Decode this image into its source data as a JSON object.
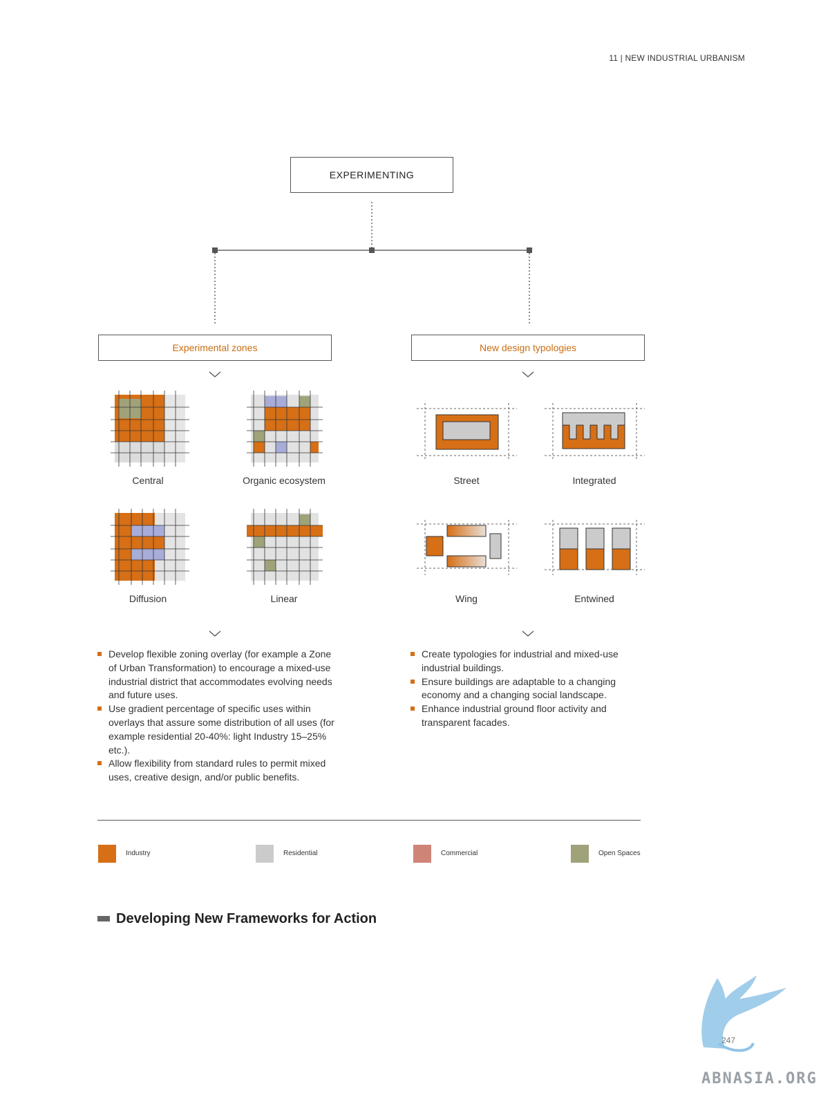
{
  "header": {
    "running_title": "11 | NEW INDUSTRIAL URBANISM"
  },
  "diagram": {
    "root": "EXPERIMENTING",
    "left_branch": {
      "title": "Experimental zones",
      "items": [
        "Central",
        "Organic ecosystem",
        "Diffusion",
        "Linear"
      ],
      "bullets": [
        "Develop flexible zoning overlay (for example a Zone of Urban Transformation) to encourage a mixed-use industrial district that accommodates evolving needs and future uses.",
        "Use gradient percentage of specific uses within overlays that assure some distribution of all uses (for example residential 20-40%: light Industry 15–25% etc.).",
        "Allow flexibility from standard rules to permit mixed uses, creative design, and/or public benefits."
      ]
    },
    "right_branch": {
      "title": "New design typologies",
      "items": [
        "Street",
        "Integrated",
        "Wing",
        "Entwined"
      ],
      "bullets": [
        "Create typologies for industrial and mixed-use industrial buildings.",
        "Ensure buildings are adaptable to a changing economy and a changing social landscape.",
        "Enhance industrial ground floor activity and transparent facades."
      ]
    }
  },
  "legend": [
    {
      "label": "Industry",
      "color": "#d66f16"
    },
    {
      "label": "Residential",
      "color": "#cbcbcb"
    },
    {
      "label": "Commercial",
      "color": "#cf8478"
    },
    {
      "label": "Open Spaces",
      "color": "#a0a37a"
    }
  ],
  "section_title": "Developing New Frameworks for Action",
  "watermark": {
    "page_number": "247",
    "site": "ABNASIA.ORG"
  }
}
